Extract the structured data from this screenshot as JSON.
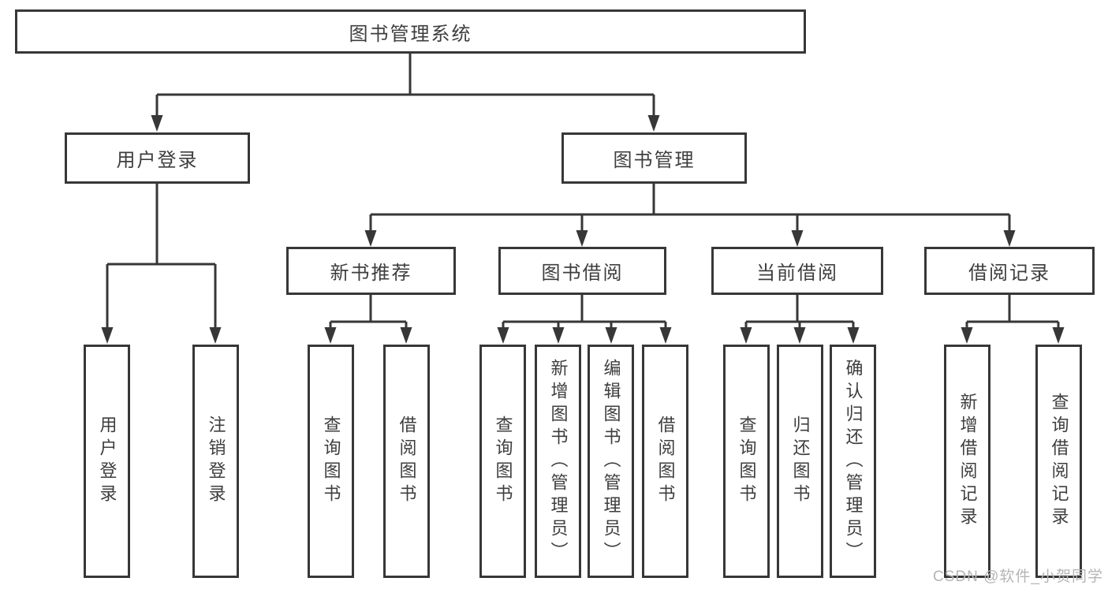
{
  "tree": {
    "root": {
      "label": "图书管理系统",
      "children": [
        {
          "label": "用户登录",
          "children": [
            {
              "label": "用户登录"
            },
            {
              "label": "注销登录"
            }
          ]
        },
        {
          "label": "图书管理",
          "children": [
            {
              "label": "新书推荐",
              "children": [
                {
                  "label": "查询图书"
                },
                {
                  "label": "借阅图书"
                }
              ]
            },
            {
              "label": "图书借阅",
              "children": [
                {
                  "label": "查询图书"
                },
                {
                  "label": "新增图书（管理员）"
                },
                {
                  "label": "编辑图书（管理员）"
                },
                {
                  "label": "借阅图书"
                }
              ]
            },
            {
              "label": "当前借阅",
              "children": [
                {
                  "label": "查询图书"
                },
                {
                  "label": "归还图书"
                },
                {
                  "label": "确认归还（管理员）"
                }
              ]
            },
            {
              "label": "借阅记录",
              "children": [
                {
                  "label": "新增借阅记录"
                },
                {
                  "label": "查询借阅记录"
                }
              ]
            }
          ]
        }
      ]
    }
  },
  "watermark": {
    "text": "CSDN @软件_小贺同学"
  },
  "colors": {
    "line": "#373737",
    "text": "#3e3e3e",
    "watermark": "#b3b5b9",
    "background": "#ffffff"
  }
}
